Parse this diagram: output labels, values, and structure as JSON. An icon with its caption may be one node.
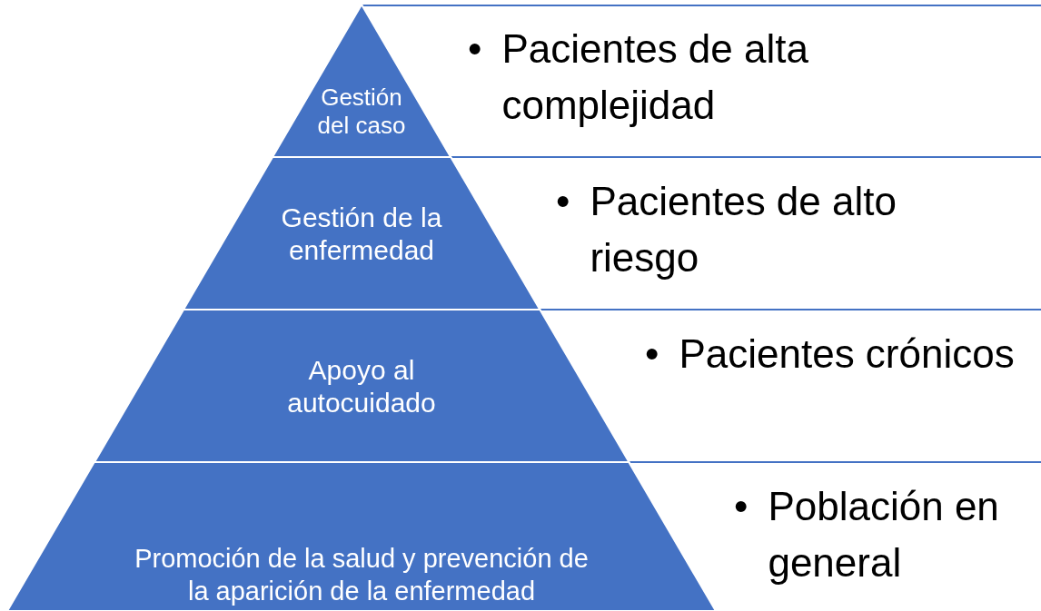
{
  "diagram": {
    "nodes": [
      {
        "text": [
          "Gestión del caso"
        ],
        "beside": [
          "•",
          "Pacientes de alta complejidad"
        ]
      },
      {
        "text": [
          "Gestión de la enfermedad"
        ],
        "beside": [
          "•",
          "Pacientes de alto riesgo"
        ]
      },
      {
        "text": [
          "Apoyo al autocuidado"
        ],
        "beside": [
          "•",
          "Pacientes crónicos"
        ]
      },
      {
        "text": [
          "Promoción de la salud y prevención de la aparición de la enfermedad"
        ],
        "beside": [
          "•",
          "Población en general"
        ]
      }
    ]
  }
}
